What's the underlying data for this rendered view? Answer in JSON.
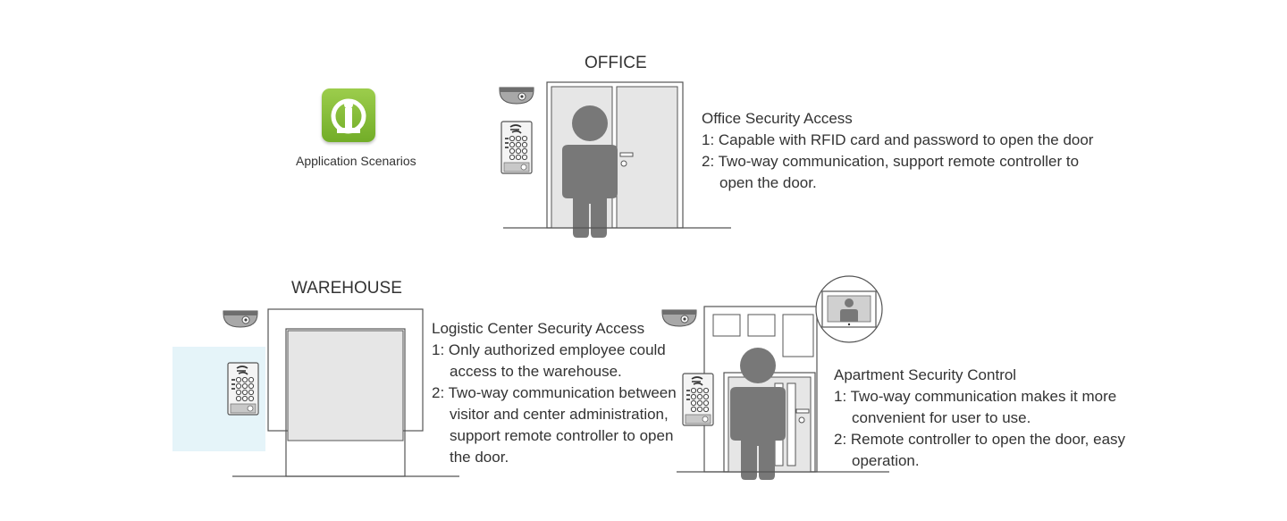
{
  "badge": {
    "label": "Application Scenarios",
    "icon": "app-scenarios-icon",
    "color": "#80b934"
  },
  "office": {
    "title": "OFFICE",
    "heading": "Office Security Access",
    "items": [
      "1: Capable with RFID card and password to open the door",
      "2: Two-way communication, support remote controller to open the door."
    ]
  },
  "warehouse": {
    "title": "WAREHOUSE",
    "heading": "Logistic Center Security Access",
    "items": [
      "1: Only authorized employee could access to the warehouse.",
      "2: Two-way communication between visitor and center administration, support remote controller to open the door."
    ]
  },
  "apartment": {
    "heading": "Apartment Security Control",
    "items": [
      "1: Two-way communication makes it more convenient for user to use.",
      "2: Remote controller to open the door, easy operation."
    ]
  },
  "colors": {
    "person": "#777777",
    "outline": "#555555",
    "door_fill": "#e6e6e6",
    "highlight": "#e5f4f9"
  }
}
